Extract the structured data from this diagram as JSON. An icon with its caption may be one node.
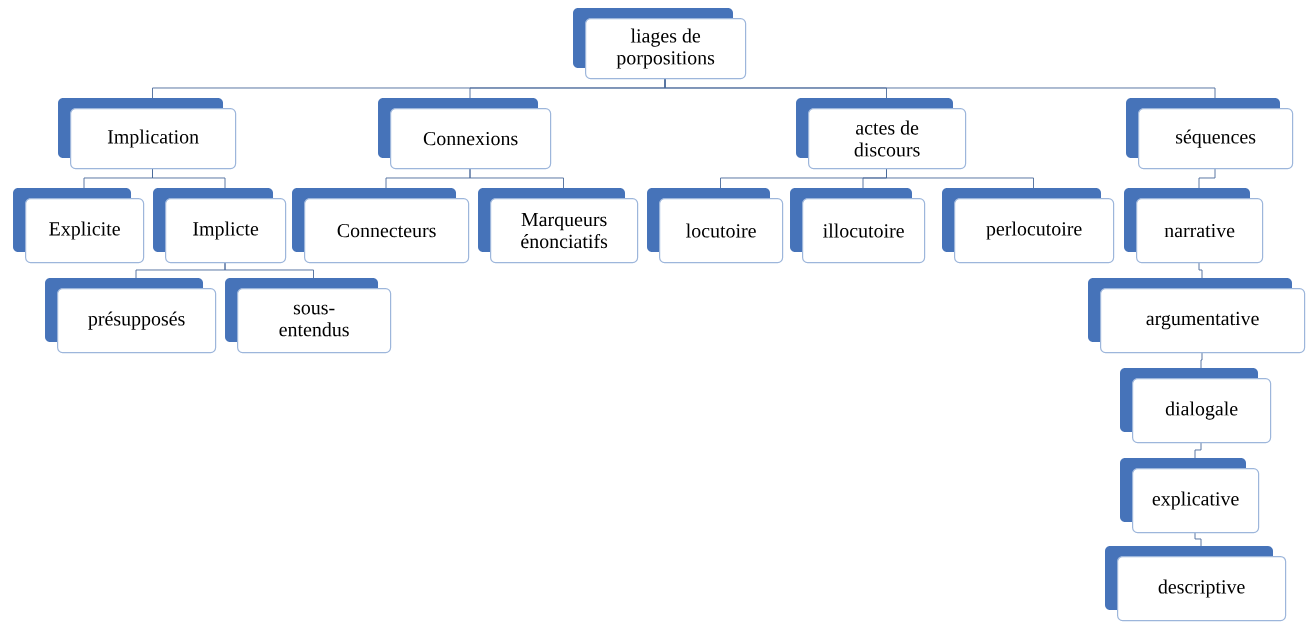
{
  "diagram": {
    "nodes": [
      {
        "text": [
          "liages de porpositions"
        ]
      },
      {
        "text": [
          "Implication"
        ]
      },
      {
        "text": [
          "Connexions"
        ]
      },
      {
        "text": [
          "actes de discours"
        ]
      },
      {
        "text": [
          "séquences"
        ]
      },
      {
        "text": [
          "Explicite"
        ]
      },
      {
        "text": [
          "Implicte"
        ]
      },
      {
        "text": [
          "Connecteurs"
        ]
      },
      {
        "text": [
          "Marqueurs énonciatifs"
        ]
      },
      {
        "text": [
          "locutoire"
        ]
      },
      {
        "text": [
          "illocutoire"
        ]
      },
      {
        "text": [
          "perlocutoire"
        ]
      },
      {
        "text": [
          "narrative"
        ]
      },
      {
        "text": [
          "présupposés"
        ]
      },
      {
        "text": [
          "sous-entendus"
        ]
      },
      {
        "text": [
          "argumentative"
        ]
      },
      {
        "text": [
          "dialogale"
        ]
      },
      {
        "text": [
          "explicative"
        ]
      },
      {
        "text": [
          "descriptive"
        ]
      }
    ],
    "edges": [
      {
        "from": 0,
        "to": 1,
        "arrow": "none"
      },
      {
        "from": 0,
        "to": 2,
        "arrow": "none"
      },
      {
        "from": 0,
        "to": 3,
        "arrow": "none"
      },
      {
        "from": 0,
        "to": 4,
        "arrow": "none"
      },
      {
        "from": 1,
        "to": 5,
        "arrow": "none"
      },
      {
        "from": 1,
        "to": 6,
        "arrow": "none"
      },
      {
        "from": 2,
        "to": 7,
        "arrow": "none"
      },
      {
        "from": 2,
        "to": 8,
        "arrow": "none"
      },
      {
        "from": 3,
        "to": 9,
        "arrow": "none"
      },
      {
        "from": 3,
        "to": 10,
        "arrow": "none"
      },
      {
        "from": 3,
        "to": 11,
        "arrow": "none"
      },
      {
        "from": 4,
        "to": 12,
        "arrow": "none"
      },
      {
        "from": 6,
        "to": 13,
        "arrow": "none"
      },
      {
        "from": 6,
        "to": 14,
        "arrow": "none"
      },
      {
        "from": 12,
        "to": 15,
        "arrow": "none"
      },
      {
        "from": 15,
        "to": 16,
        "arrow": "none"
      },
      {
        "from": 16,
        "to": 17,
        "arrow": "none"
      },
      {
        "from": 17,
        "to": 18,
        "arrow": "none"
      }
    ]
  }
}
